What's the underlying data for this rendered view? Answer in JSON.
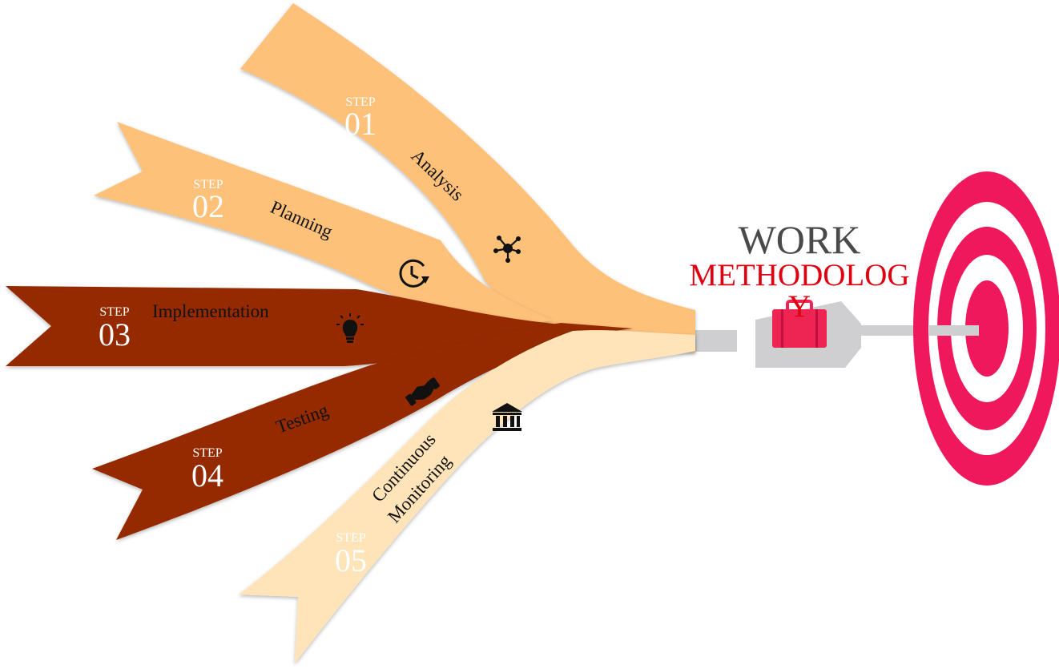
{
  "title": {
    "line1": "WORK",
    "line2_part1": "METHODOLOG",
    "line2_part2": "Y"
  },
  "colors": {
    "light_orange": "#FDC17A",
    "dark_red": "#952B02",
    "cream": "#FEE4B8",
    "target_pink": "#F0185C",
    "arrow_gray": "#CFCFD1",
    "title_gray": "#4A4A4A",
    "title_red": "#E00010",
    "briefcase": "#EE2453"
  },
  "steps": [
    {
      "step_label": "STEP",
      "number": "01",
      "name": "Analysis",
      "icon": "network-icon"
    },
    {
      "step_label": "STEP",
      "number": "02",
      "name": "Planning",
      "icon": "clock-icon"
    },
    {
      "step_label": "STEP",
      "number": "03",
      "name": "Implementation",
      "icon": "lightbulb-icon"
    },
    {
      "step_label": "STEP",
      "number": "04",
      "name": "Testing",
      "icon": "handshake-icon"
    },
    {
      "step_label": "STEP",
      "number": "05",
      "name_line1": "Continuous",
      "name_line2": "Monitoring",
      "icon": "bank-icon"
    }
  ]
}
